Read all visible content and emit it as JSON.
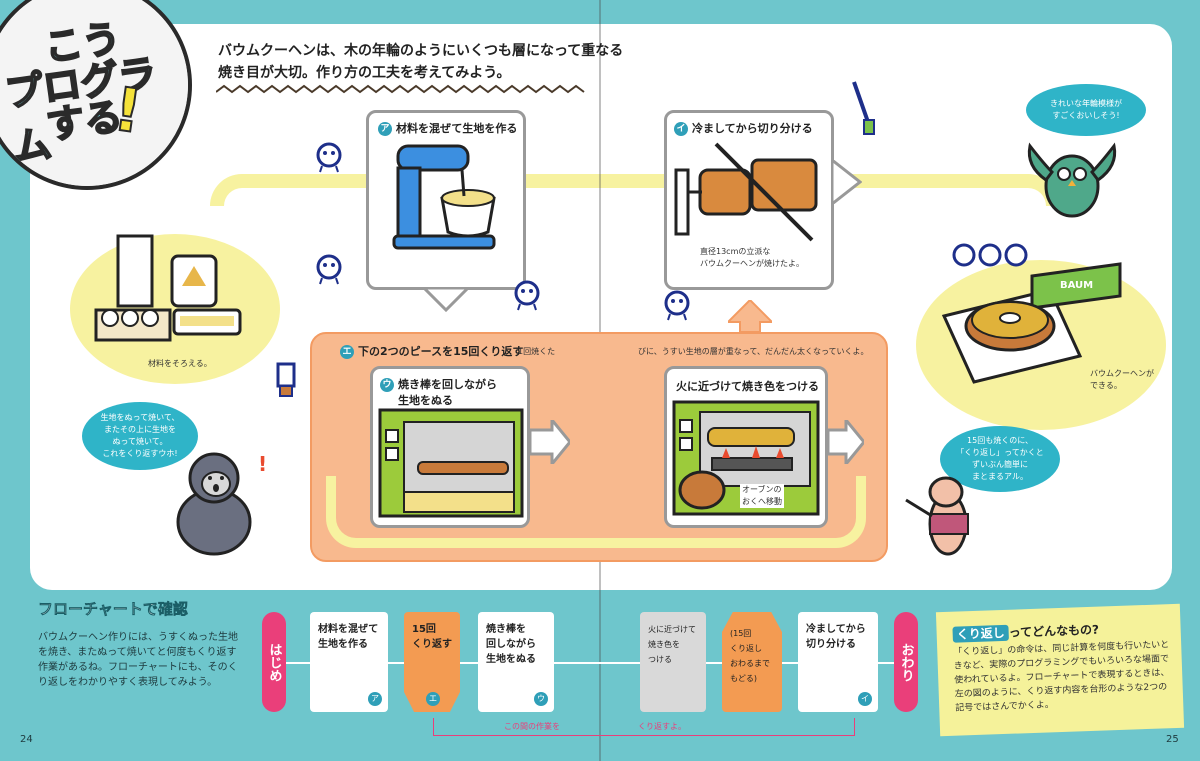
{
  "badge": {
    "line1": "こう",
    "line2": "プログラム",
    "line3": "する",
    "exclaim": "!"
  },
  "intro": {
    "line1": "バウムクーヘンは、木の年輪のようにいくつも層になって重なる",
    "line2": "焼き目が大切。作り方の工夫を考えてみよう。"
  },
  "steps": {
    "a": {
      "letter": "ア",
      "title": "材料を混ぜて生地を作る"
    },
    "i": {
      "letter": "イ",
      "title": "冷ましてから切り分ける",
      "caption1": "直径13cmの立派な",
      "caption2": "バウムクーヘンが焼けたよ。"
    },
    "e": {
      "letter": "エ",
      "title": "下の2つのピースを15回くり返す",
      "count": "1回焼くた",
      "note": "びに、うすい生地の層が重なって、だんだん太くなっていくよ。"
    },
    "u": {
      "letter": "ウ",
      "title1": "焼き棒を回しながら",
      "title2": "生地をぬる"
    },
    "fire": {
      "title": "火に近づけて焼き色をつける",
      "caption1": "オーブンの",
      "caption2": "おくへ移動"
    }
  },
  "captions": {
    "ingredients": "材料をそろえる。",
    "done1": "バウムクーヘンが",
    "done2": "できる。",
    "box_label": "BAUM"
  },
  "bubbles": {
    "gorilla": [
      "生地をぬって焼いて、",
      "またその上に生地を",
      "ぬって焼いて。",
      "これをくり返すウホ!"
    ],
    "owl": [
      "きれいな年輪模様が",
      "すごくおいしそう!"
    ],
    "animal": [
      "15回も焼くのに、",
      "「くり返し」ってかくと",
      "ずいぶん簡単に",
      "まとまるアル。"
    ],
    "gorilla_mark": "!"
  },
  "flowchart": {
    "title": "フローチャートで確認",
    "desc": "バウムクーヘン作りには、うすくぬった生地を焼き、またぬって焼いてと何度もくり返す作業があるね。フローチャートにも、そのくり返しをわかりやすく表現してみよう。",
    "start": "はじめ",
    "end": "おわり",
    "boxes": [
      {
        "label": "材料を混ぜて\n生地を作る",
        "tag": "ア"
      },
      {
        "label": "15回\nくり返す",
        "tag": "エ"
      },
      {
        "label": "焼き棒を\n回しながら\n生地をぬる",
        "tag": "ウ"
      },
      {
        "label": "火に近づけて\n焼き色を\nつける",
        "tag": ""
      },
      {
        "label": "(15回\nくり返し\nおわるまで\nもどる)",
        "tag": ""
      },
      {
        "label": "冷ましてから\n切り分ける",
        "tag": "イ"
      }
    ],
    "bracket_left": "この間の作業を",
    "bracket_right": "くり返すよ。"
  },
  "note": {
    "title_hl": "くり返し",
    "title_rest": "ってどんなもの?",
    "body": "「くり返し」の命令は、同じ計算を何度も行いたいときなど、実際のプログラミングでもいろいろな場面で使われているよ。フローチャートで表現するときは、左の図のように、くり返す内容を台形のような2つの記号ではさんでかくよ。"
  },
  "pages": {
    "left": "24",
    "right": "25"
  },
  "colors": {
    "background": "#6ec6cc",
    "loop": "#f8b98e",
    "accent": "#ea3f7a",
    "teal": "#2f9fb8",
    "yellow": "#f7f2a0"
  }
}
